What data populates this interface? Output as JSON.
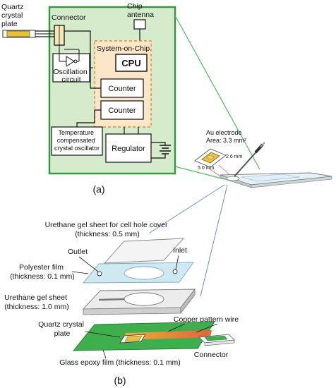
{
  "block_diagram": {
    "quartz_label": [
      "Quartz",
      "crystal",
      "plate"
    ],
    "connector": "Connector",
    "chip_antenna": [
      "Chip",
      "antenna"
    ],
    "soc": "System-on-Chip",
    "cpu": "CPU",
    "counter1": "Counter",
    "counter2": "Counter",
    "oscillation": [
      "Oscillation",
      "circuit"
    ],
    "tcxo": [
      "Temperature",
      "compensated",
      "crystal oscillator"
    ],
    "regulator": "Regulator",
    "panel_label": "(a)"
  },
  "device_view": {
    "electrode": [
      "Au electrode",
      "Area: 3.3 mm²"
    ],
    "dim_width": "5.0 mm",
    "dim_height": "2.6 mm"
  },
  "exploded_view": {
    "cover_label": [
      "Urethane gel sheet for cell hole cover",
      "(thickness: 0.5 mm)"
    ],
    "outlet": "Outlet",
    "inlet": "Inlet",
    "polyester": [
      "Polyester film",
      "(thickness: 0.1 mm)"
    ],
    "gel_sheet": [
      "Urethane gel sheet",
      "(thickness: 1.0 mm)"
    ],
    "quartz": [
      "Quartz crystal",
      "plate"
    ],
    "copper": "Copper pattern wire",
    "connector": "Connector",
    "glass_epoxy": "Glass epoxy film (thickness: 0.1 mm)",
    "panel_label": "(b)"
  },
  "colors": {
    "panel_fill": "#d6ebcb",
    "panel_border": "#2e9a3c",
    "soc_fill": "#fbe6c8",
    "soc_border": "#e08a2a",
    "film_blue": "#cfe9f3",
    "pcb_green": "#3fae4d",
    "leader_green": "#4dbb5a",
    "leader_blue": "#6b8fd0"
  }
}
